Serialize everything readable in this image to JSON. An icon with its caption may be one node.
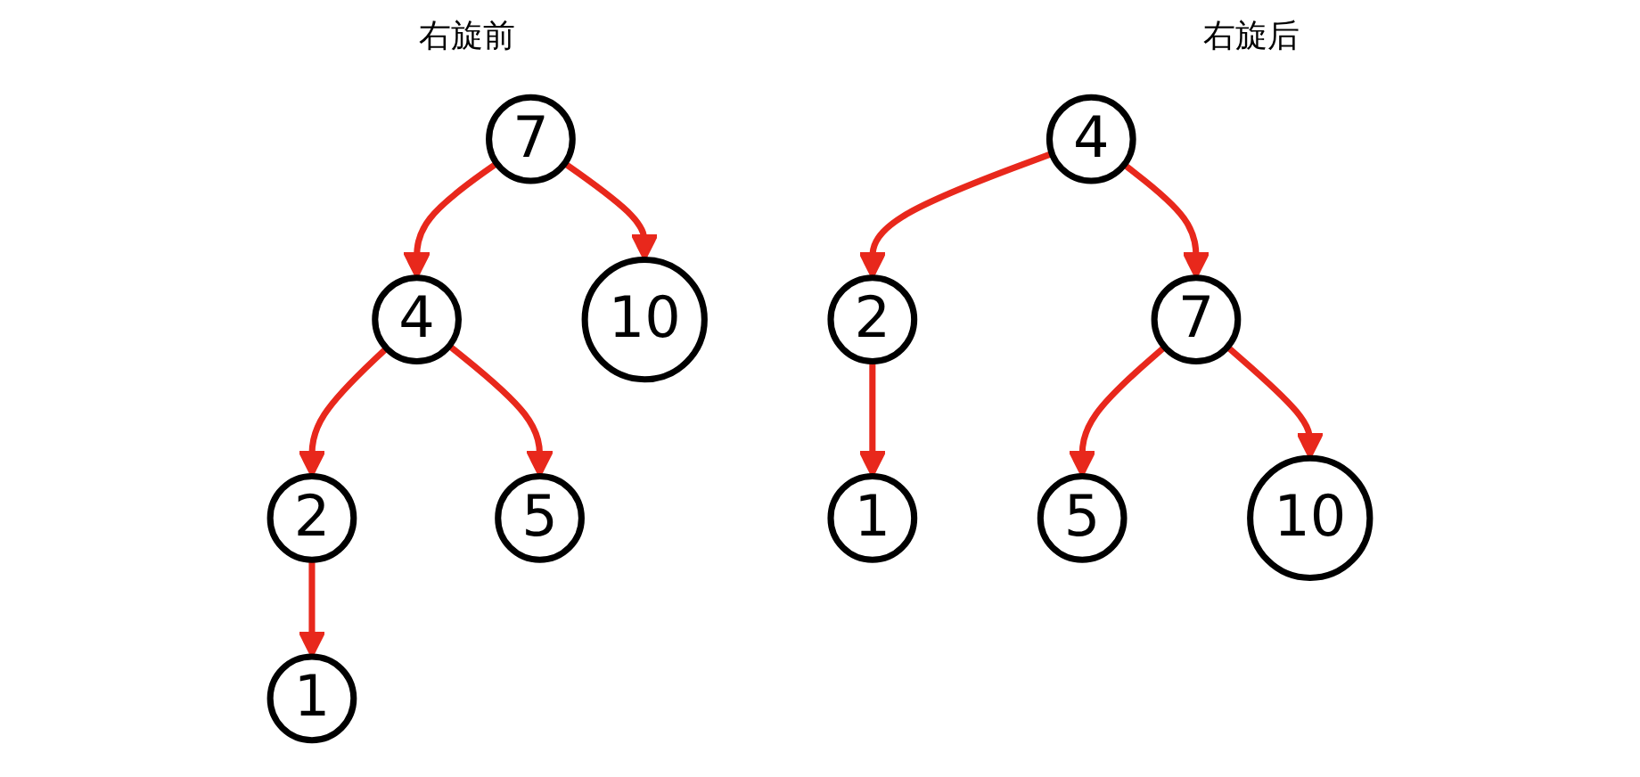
{
  "diagram": {
    "nodes": [
      {
        "text": [
          "7"
        ]
      },
      {
        "text": [
          "4"
        ]
      },
      {
        "text": [
          "10"
        ]
      },
      {
        "text": [
          "2"
        ]
      },
      {
        "text": [
          "5"
        ]
      },
      {
        "text": [
          "1"
        ]
      },
      {
        "text": [
          "4"
        ]
      },
      {
        "text": [
          "2"
        ]
      },
      {
        "text": [
          "7"
        ]
      },
      {
        "text": [
          "1"
        ]
      },
      {
        "text": [
          "5"
        ]
      },
      {
        "text": [
          "10"
        ]
      }
    ],
    "edges": [
      {
        "from": 0,
        "to": 1,
        "arrow": "to"
      },
      {
        "from": 0,
        "to": 2,
        "arrow": "to"
      },
      {
        "from": 1,
        "to": 3,
        "arrow": "to"
      },
      {
        "from": 1,
        "to": 4,
        "arrow": "to"
      },
      {
        "from": 3,
        "to": 5,
        "arrow": "to"
      },
      {
        "from": 6,
        "to": 7,
        "arrow": "to"
      },
      {
        "from": 6,
        "to": 8,
        "arrow": "to"
      },
      {
        "from": 7,
        "to": 9,
        "arrow": "to"
      },
      {
        "from": 8,
        "to": 10,
        "arrow": "to"
      },
      {
        "from": 8,
        "to": 11,
        "arrow": "to"
      }
    ],
    "labels": [
      "右旋前",
      "右旋后"
    ]
  }
}
